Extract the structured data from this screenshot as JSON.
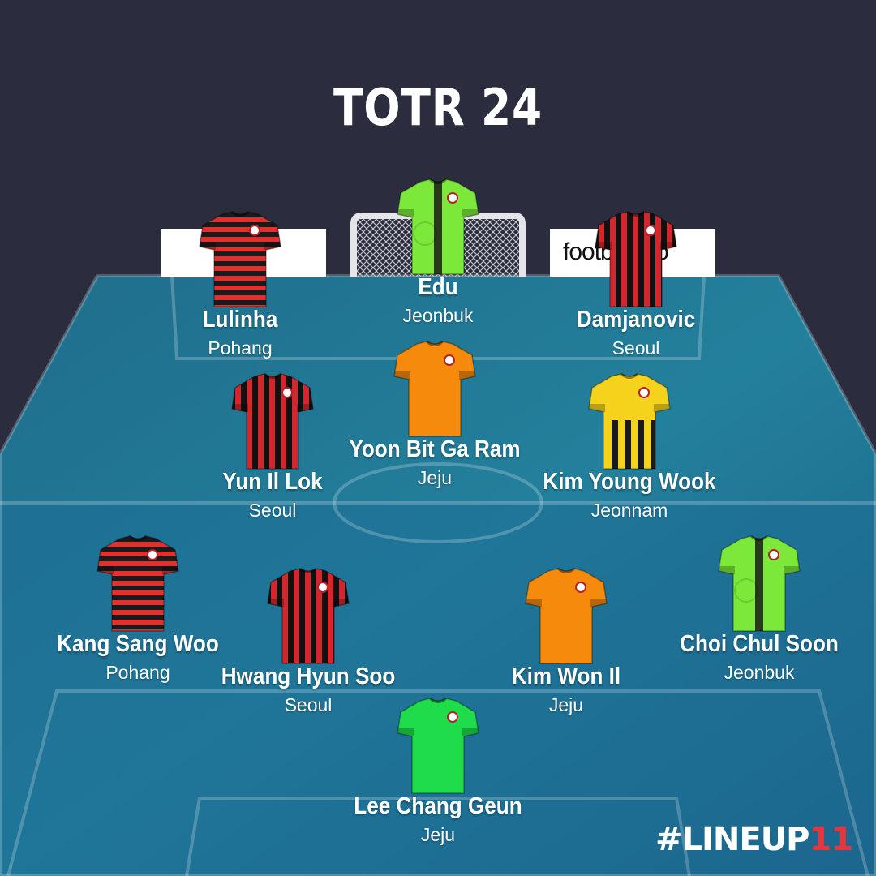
{
  "title": "TOTR 24",
  "sponsors": {
    "left_text": "",
    "right_text": "footballsilo"
  },
  "brand": {
    "main": "#LINEUP",
    "accent": "11",
    "accent_color": "#e8343c"
  },
  "jersey_styles": {
    "pohang": {
      "base": "#1a1a1a",
      "stripe": "#e0312f",
      "pattern": "hoops",
      "icon": "pohang-crest"
    },
    "seoul": {
      "base": "#111111",
      "stripe": "#d4262c",
      "pattern": "stripes",
      "icon": "seoul-crest"
    },
    "jeonbuk": {
      "base": "#7be83a",
      "stripe": "#1a1a1a",
      "pattern": "center-stripe",
      "icon": "jeonbuk-crest"
    },
    "jeju": {
      "base": "#f58a0c",
      "stripe": "#f58a0c",
      "pattern": "plain",
      "icon": "jeju-crest"
    },
    "jeonnam": {
      "base": "#f5d31c",
      "stripe": "#1a1a1a",
      "pattern": "bottom-stripes",
      "icon": "jeonnam-crest"
    },
    "jeju_gk": {
      "base": "#1fdc4a",
      "stripe": "#1fdc4a",
      "pattern": "plain",
      "icon": "jeju-crest"
    }
  },
  "players": [
    {
      "name": "Edu",
      "team": "Jeonbuk",
      "kit": "jeonbuk"
    },
    {
      "name": "Lulinha",
      "team": "Pohang",
      "kit": "pohang"
    },
    {
      "name": "Damjanovic",
      "team": "Seoul",
      "kit": "seoul"
    },
    {
      "name": "Yoon Bit Ga Ram",
      "team": "Jeju",
      "kit": "jeju"
    },
    {
      "name": "Yun Il Lok",
      "team": "Seoul",
      "kit": "seoul"
    },
    {
      "name": "Kim Young Wook",
      "team": "Jeonnam",
      "kit": "jeonnam"
    },
    {
      "name": "Kang Sang Woo",
      "team": "Pohang",
      "kit": "pohang"
    },
    {
      "name": "Choi Chul Soon",
      "team": "Jeonbuk",
      "kit": "jeonbuk"
    },
    {
      "name": "Hwang Hyun Soo",
      "team": "Seoul",
      "kit": "seoul"
    },
    {
      "name": "Kim Won Il",
      "team": "Jeju",
      "kit": "jeju"
    },
    {
      "name": "Lee Chang Geun",
      "team": "Jeju",
      "kit": "jeju_gk"
    }
  ]
}
